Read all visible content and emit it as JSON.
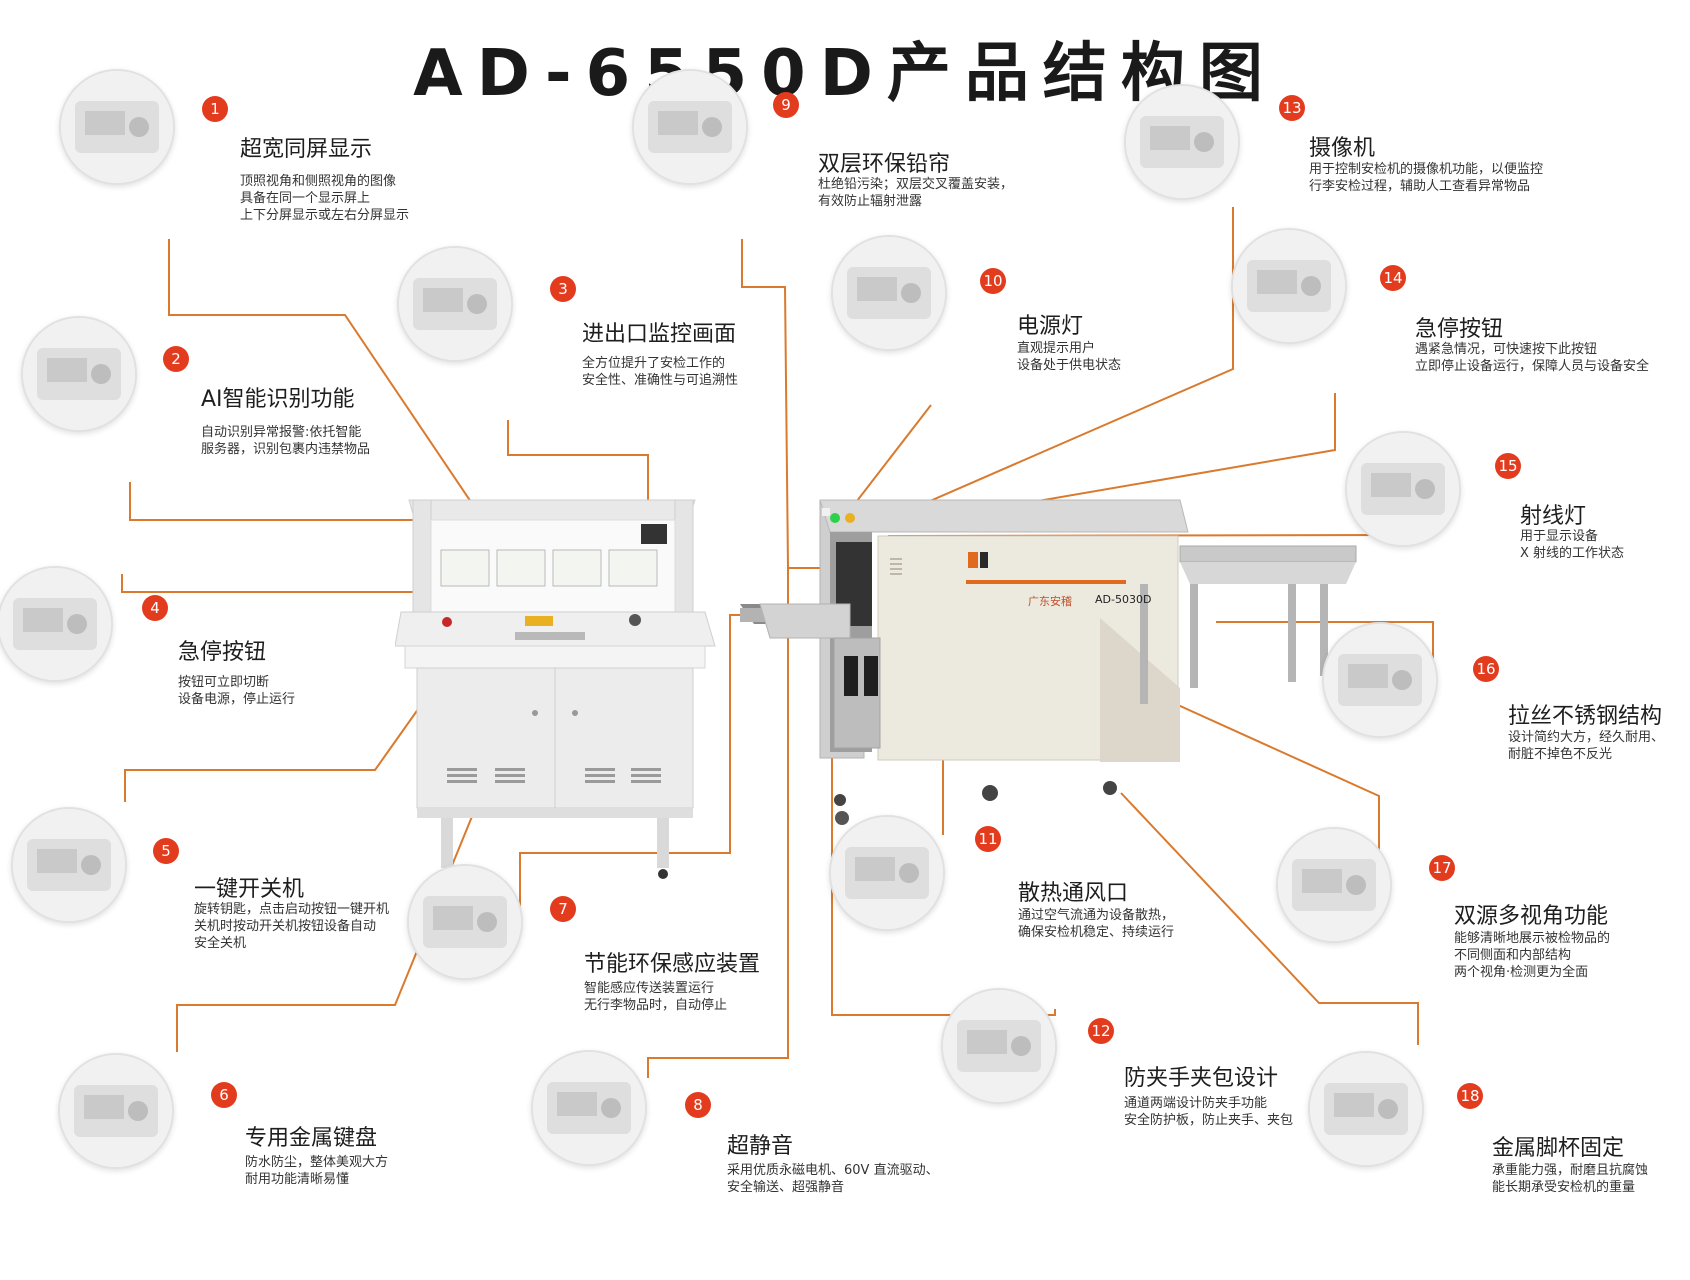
{
  "title": "AD-6550D产品结构图",
  "colors": {
    "leader": "#d97a2e",
    "badge": "#e33b1e",
    "panel": "#efece4",
    "green": "#2bd14a",
    "red": "#d5261e",
    "yellow": "#e9b021"
  },
  "machine_labels": {
    "brand": "广东安稽",
    "model": "AD-5030D"
  },
  "callouts": [
    {
      "num": "1",
      "title": "超宽同屏显示",
      "desc": [
        "顶照视角和侧照视角的图像",
        "具备在同一个显示屏上",
        "上下分屏显示或左右分屏显示"
      ]
    },
    {
      "num": "2",
      "title": "AI智能识别功能",
      "desc": [
        "自动识别异常报警:依托智能",
        "服务器，识别包裹内违禁物品"
      ]
    },
    {
      "num": "3",
      "title": "进出口监控画面",
      "desc": [
        "全方位提升了安检工作的",
        "安全性、准确性与可追溯性"
      ]
    },
    {
      "num": "4",
      "title": "急停按钮",
      "desc": [
        "按钮可立即切断",
        "设备电源，停止运行"
      ]
    },
    {
      "num": "5",
      "title": "一键开关机",
      "desc": [
        "旋转钥匙，点击启动按钮一键开机",
        "关机时按动开关机按钮设备自动",
        "安全关机"
      ]
    },
    {
      "num": "6",
      "title": "专用金属键盘",
      "desc": [
        "防水防尘，整体美观大方",
        "耐用功能清晰易懂"
      ]
    },
    {
      "num": "7",
      "title": "节能环保感应装置",
      "desc": [
        "智能感应传送装置运行",
        "无行李物品时，自动停止"
      ]
    },
    {
      "num": "8",
      "title": "超静音",
      "desc": [
        "采用优质永磁电机、60V 直流驱动、",
        "安全输送、超强静音"
      ]
    },
    {
      "num": "9",
      "title": "双层环保铅帘",
      "desc": [
        "杜绝铅污染；双层交叉覆盖安装，",
        "有效防止辐射泄露"
      ]
    },
    {
      "num": "10",
      "title": "电源灯",
      "desc": [
        "直观提示用户",
        "设备处于供电状态"
      ]
    },
    {
      "num": "11",
      "title": "散热通风口",
      "desc": [
        "通过空气流通为设备散热，",
        "确保安检机稳定、持续运行"
      ]
    },
    {
      "num": "12",
      "title": "防夹手夹包设计",
      "desc": [
        "通道两端设计防夹手功能",
        "安全防护板，防止夹手、夹包"
      ]
    },
    {
      "num": "13",
      "title": "摄像机",
      "desc": [
        "用于控制安检机的摄像机功能，以便监控",
        "行李安检过程，辅助人工查看异常物品"
      ]
    },
    {
      "num": "14",
      "title": "急停按钮",
      "desc": [
        "遇紧急情况，可快速按下此按钮",
        "立即停止设备运行，保障人员与设备安全"
      ]
    },
    {
      "num": "15",
      "title": "射线灯",
      "desc": [
        "用于显示设备",
        "X 射线的工作状态"
      ]
    },
    {
      "num": "16",
      "title": "拉丝不锈钢结构",
      "desc": [
        "设计简约大方，经久耐用、",
        "耐脏不掉色不反光"
      ]
    },
    {
      "num": "17",
      "title": "双源多视角功能",
      "desc": [
        "能够清晰地展示被检物品的",
        "不同侧面和内部结构",
        "两个视角·检测更为全面"
      ]
    },
    {
      "num": "18",
      "title": "金属脚杯固定",
      "desc": [
        "承重能力强，耐磨且抗腐蚀",
        "能长期承受安检机的重量"
      ]
    }
  ]
}
